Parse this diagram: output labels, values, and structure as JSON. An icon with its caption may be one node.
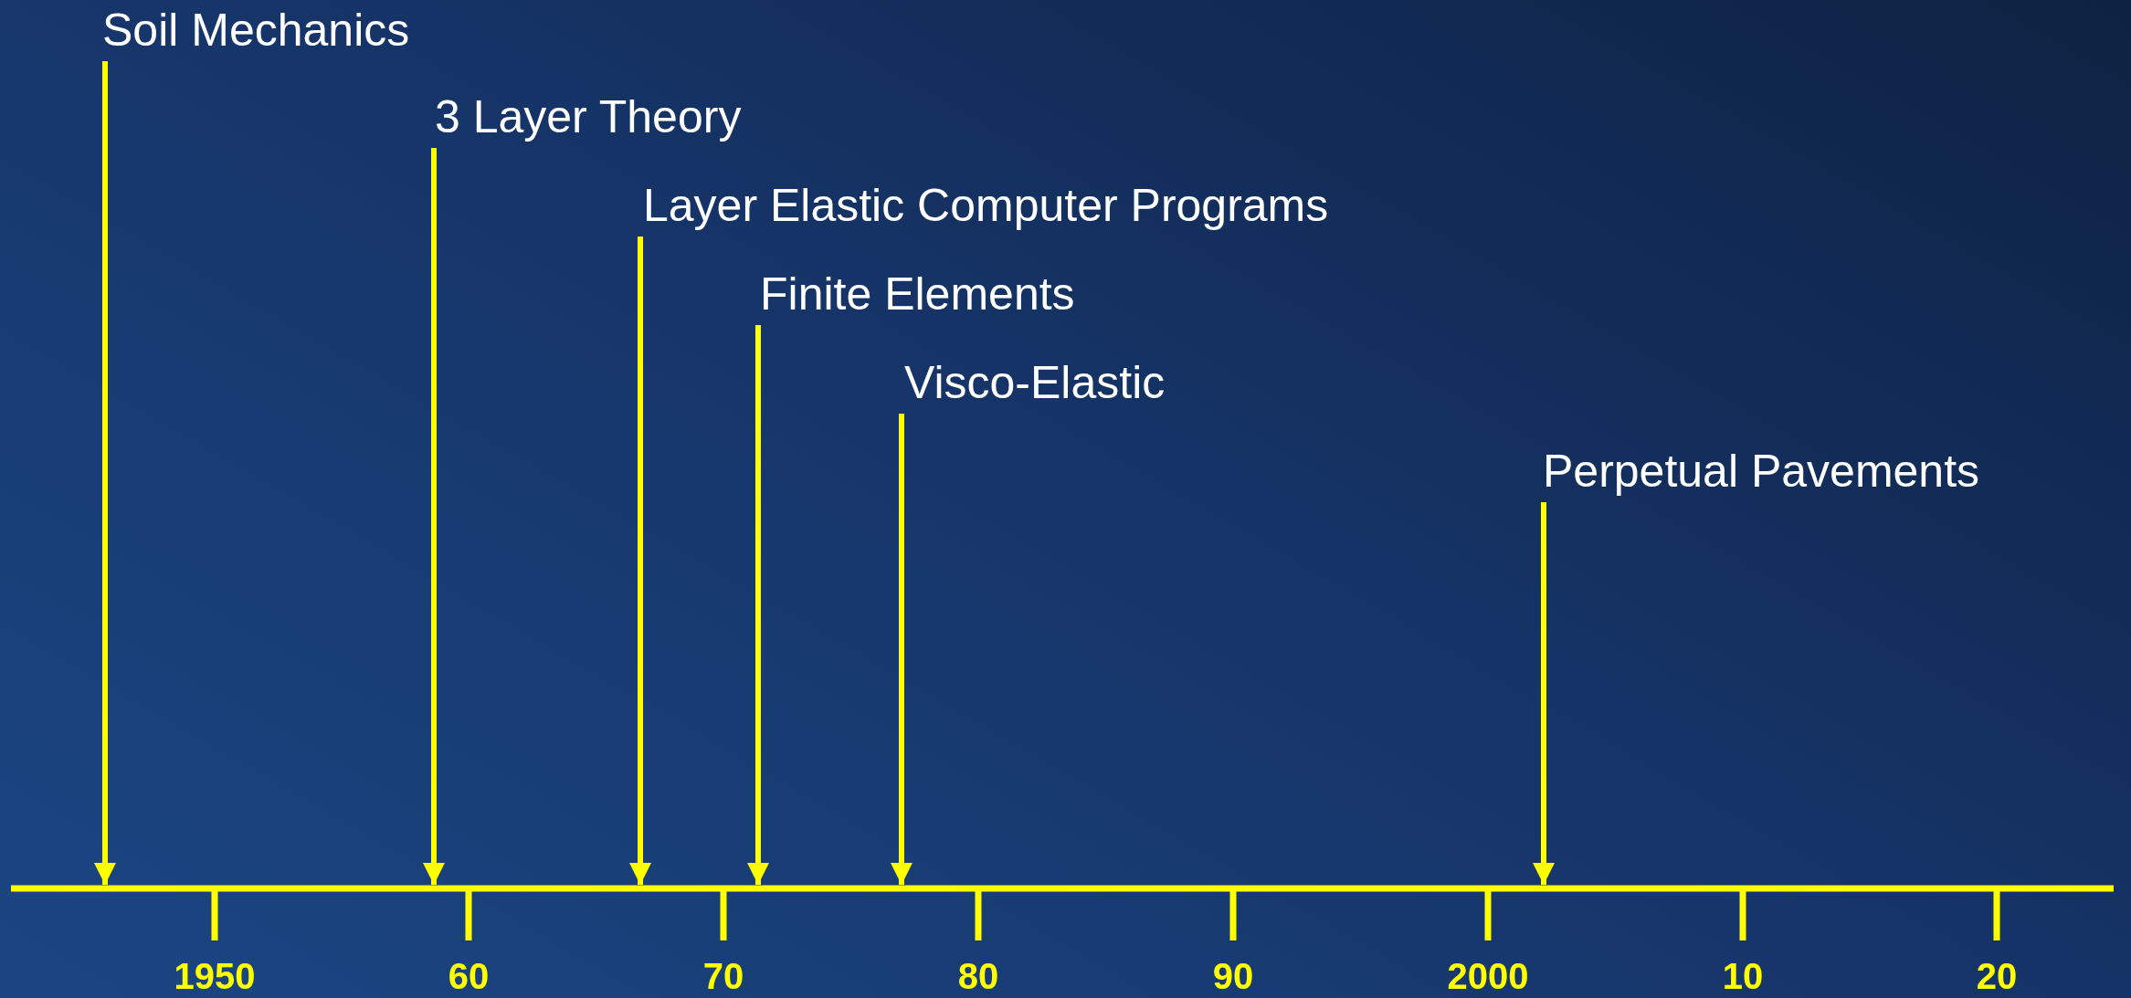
{
  "diagram": {
    "nodes": [
      {
        "text": [
          "Soil Mechanics"
        ]
      },
      {
        "text": [
          "3 Layer Theory"
        ]
      },
      {
        "text": [
          "Layer Elastic Computer Programs"
        ]
      },
      {
        "text": [
          "Finite Elements"
        ]
      },
      {
        "text": [
          "Visco-Elastic"
        ]
      },
      {
        "text": [
          "Perpetual Pavements"
        ]
      }
    ],
    "edges": [
      {
        "from": 0,
        "to": null,
        "arrow": "to"
      },
      {
        "from": 1,
        "to": null,
        "arrow": "to"
      },
      {
        "from": 2,
        "to": null,
        "arrow": "to"
      },
      {
        "from": 3,
        "to": null,
        "arrow": "to"
      },
      {
        "from": 4,
        "to": null,
        "arrow": "to"
      },
      {
        "from": 5,
        "to": null,
        "arrow": "to"
      }
    ],
    "labels": [
      "1950",
      "60",
      "70",
      "80",
      "90",
      "2000",
      "10",
      "20"
    ]
  }
}
